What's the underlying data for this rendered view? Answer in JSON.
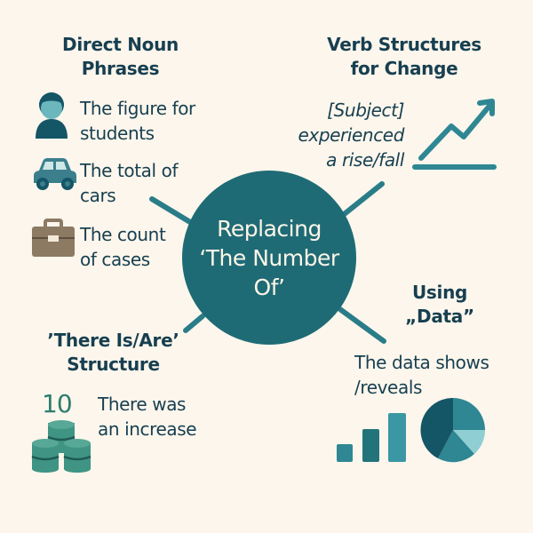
{
  "hub": {
    "line1": "Replacing",
    "line2": "‘The Number",
    "line3": "Of’"
  },
  "sections": {
    "noun_phrases": {
      "heading_line1": "Direct Noun",
      "heading_line2": "Phrases",
      "items": [
        {
          "icon": "person-icon",
          "line1": "The figure for",
          "line2": "students"
        },
        {
          "icon": "car-icon",
          "line1": "The total of",
          "line2": "cars"
        },
        {
          "icon": "briefcase-icon",
          "line1": "The count",
          "line2": "of cases"
        }
      ]
    },
    "verb_structures": {
      "heading_line1": "Verb Structures",
      "heading_line2": "for Change",
      "line1": "[Subject]",
      "line2": "experienced",
      "line3": "a rise/fall",
      "icon": "trend-up-arrow-icon"
    },
    "there_is_are": {
      "heading_line1": "’There Is/Are’",
      "heading_line2": "Structure",
      "number": "10",
      "line1": "There was",
      "line2": "an increase",
      "icon": "coin-stack-icon"
    },
    "using_data": {
      "heading_line1": "Using",
      "heading_line2": "„Data”",
      "line1": "The data shows",
      "line2": "/reveals",
      "icons": [
        "bar-chart-icon",
        "pie-chart-icon"
      ]
    }
  },
  "colors": {
    "background": "#fcf6ec",
    "hub": "#1f6b75",
    "text": "#173f50",
    "accent_teal": "#2e8793",
    "light_teal": "#8fcfd3",
    "dark_teal": "#145566",
    "coin_green": "#3f9484",
    "briefcase_brown": "#8c7a63"
  }
}
